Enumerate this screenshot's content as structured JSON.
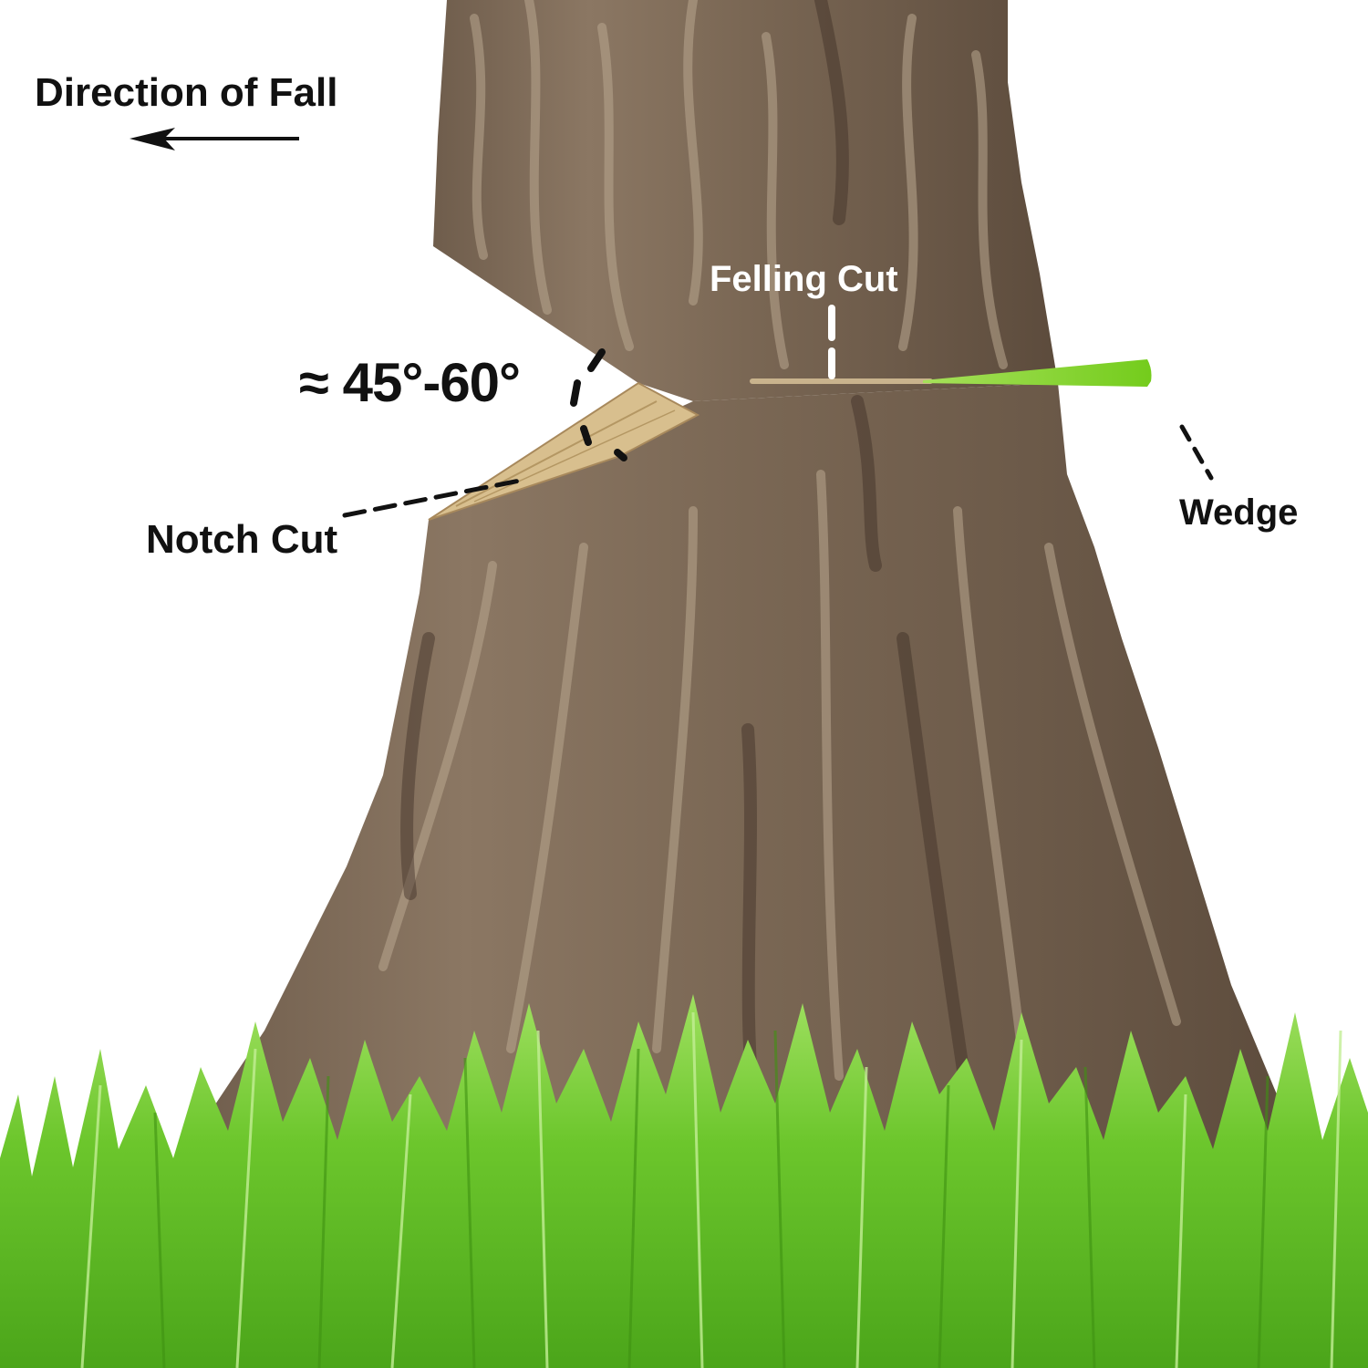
{
  "diagram": {
    "title": "Tree felling cut diagram",
    "labels": {
      "direction": "Direction of Fall",
      "angle": "≈ 45°-60°",
      "felling_cut": "Felling Cut",
      "wedge": "Wedge",
      "notch_cut": "Notch Cut"
    },
    "icons": {
      "direction_arrow": "arrow-left",
      "wedge_shape": "green-wedge"
    },
    "colors": {
      "background": "#ffffff",
      "trunk_base": "#7d6a57",
      "trunk_dark": "#4a3a2e",
      "trunk_light": "#b9a78f",
      "notch_wood": "#d8bf8e",
      "cut_line": "#c9b38d",
      "wedge": "#7ed321",
      "grass_dark": "#4caf1c",
      "grass_light": "#a6e36a",
      "text_dark": "#111111",
      "text_light": "#ffffff"
    }
  }
}
